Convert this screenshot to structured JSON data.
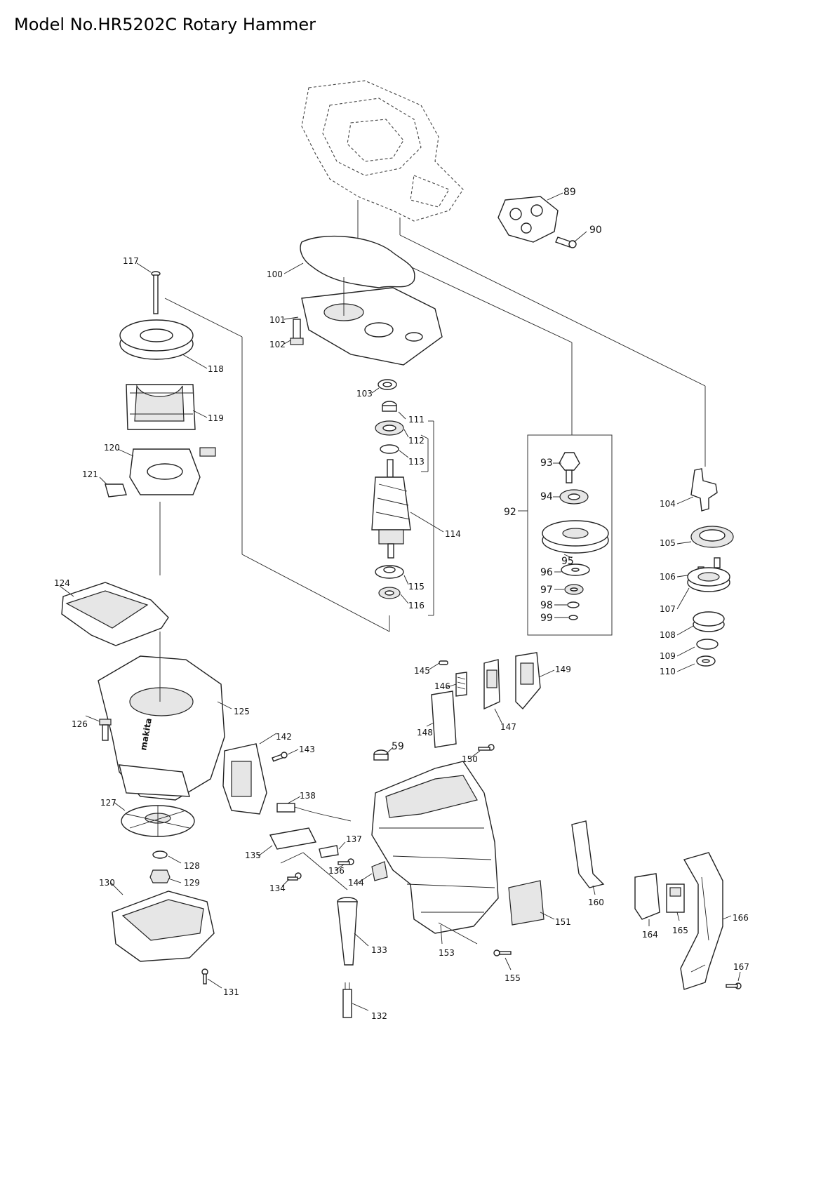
{
  "title": "Model No.HR5202C Rotary Hammer",
  "parts": [
    {
      "ref": "89"
    },
    {
      "ref": "90"
    },
    {
      "ref": "92"
    },
    {
      "ref": "93"
    },
    {
      "ref": "94"
    },
    {
      "ref": "95"
    },
    {
      "ref": "96"
    },
    {
      "ref": "97"
    },
    {
      "ref": "98"
    },
    {
      "ref": "99"
    },
    {
      "ref": "100"
    },
    {
      "ref": "101"
    },
    {
      "ref": "102"
    },
    {
      "ref": "103"
    },
    {
      "ref": "104"
    },
    {
      "ref": "105"
    },
    {
      "ref": "106"
    },
    {
      "ref": "107"
    },
    {
      "ref": "108"
    },
    {
      "ref": "109"
    },
    {
      "ref": "110"
    },
    {
      "ref": "111"
    },
    {
      "ref": "112"
    },
    {
      "ref": "113"
    },
    {
      "ref": "114"
    },
    {
      "ref": "115"
    },
    {
      "ref": "116"
    },
    {
      "ref": "117"
    },
    {
      "ref": "118"
    },
    {
      "ref": "119"
    },
    {
      "ref": "120"
    },
    {
      "ref": "121"
    },
    {
      "ref": "124"
    },
    {
      "ref": "125"
    },
    {
      "ref": "126"
    },
    {
      "ref": "127"
    },
    {
      "ref": "128"
    },
    {
      "ref": "129"
    },
    {
      "ref": "130"
    },
    {
      "ref": "131"
    },
    {
      "ref": "132"
    },
    {
      "ref": "133"
    },
    {
      "ref": "134"
    },
    {
      "ref": "135"
    },
    {
      "ref": "136"
    },
    {
      "ref": "137"
    },
    {
      "ref": "138"
    },
    {
      "ref": "142"
    },
    {
      "ref": "143"
    },
    {
      "ref": "144"
    },
    {
      "ref": "145"
    },
    {
      "ref": "146"
    },
    {
      "ref": "147"
    },
    {
      "ref": "148"
    },
    {
      "ref": "149"
    },
    {
      "ref": "150"
    },
    {
      "ref": "151"
    },
    {
      "ref": "153"
    },
    {
      "ref": "155"
    },
    {
      "ref": "160"
    },
    {
      "ref": "164"
    },
    {
      "ref": "165"
    },
    {
      "ref": "166"
    },
    {
      "ref": "167"
    },
    {
      "ref": "59"
    }
  ],
  "brand_mark": "makita"
}
